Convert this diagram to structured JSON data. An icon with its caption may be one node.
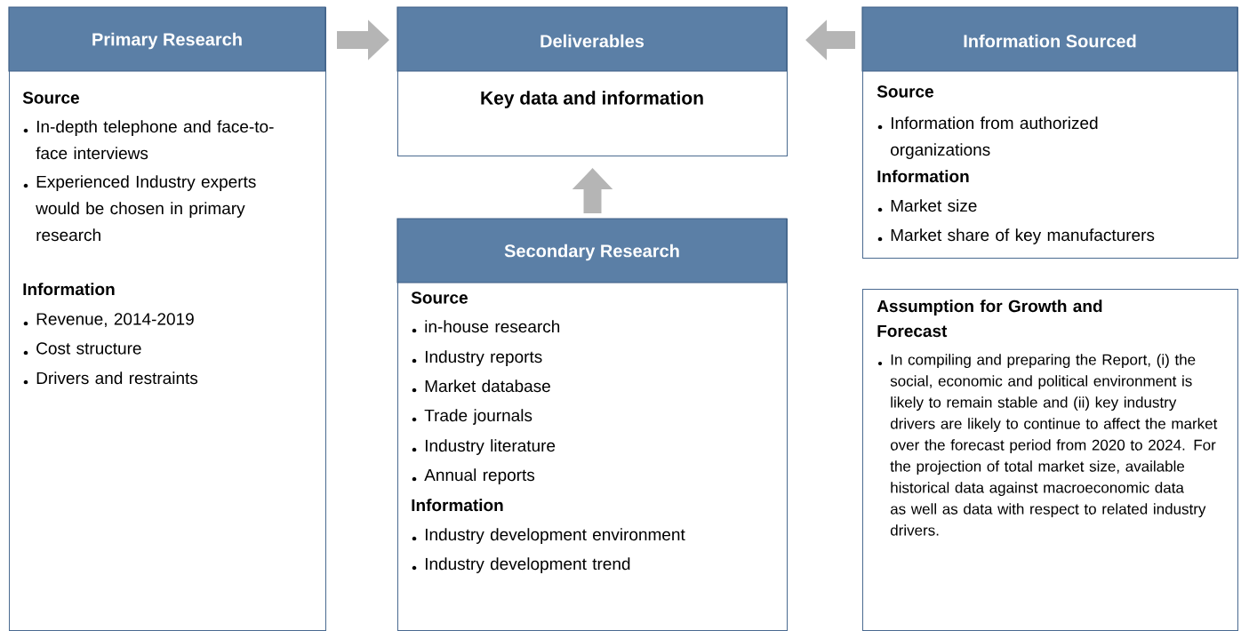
{
  "diagram": {
    "nodes": [
      {
        "text": [
          "Primary Research",
          "Source",
          "In-depth telephone and face-to-face interviews",
          "Experienced Industry experts would be chosen in primary research",
          "Information",
          "Revenue, 2014-2019",
          "Cost structure",
          "Drivers and restraints"
        ]
      },
      {
        "text": [
          "Deliverables",
          "Key data and information"
        ]
      },
      {
        "text": [
          "Information Sourced",
          "Source",
          "Information from authorized organizations",
          "Information",
          "Market size",
          "Market share of key manufacturers"
        ]
      },
      {
        "text": [
          "Secondary Research",
          "Source",
          "in-house research",
          "Industry reports",
          "Market database",
          "Trade journals",
          "Industry literature",
          "Annual reports",
          "Information",
          "Industry development environment",
          "Industry development trend"
        ]
      },
      {
        "text": [
          "Assumption for Growth and Forecast",
          "In compiling and preparing the Report, (i) the social, economic and political environment is likely to remain stable and (ii) key industry drivers are likely to continue to affect the market over the forecast period from 2020 to 2024. For the projection of total market size, available historical data against macroeconomic data as well as data with respect to related industry drivers."
        ]
      }
    ],
    "edges": [
      {
        "from": 0,
        "to": 1,
        "arrow": "to"
      },
      {
        "from": 2,
        "to": 1,
        "arrow": "to"
      },
      {
        "from": 3,
        "to": 1,
        "arrow": "to"
      }
    ]
  }
}
